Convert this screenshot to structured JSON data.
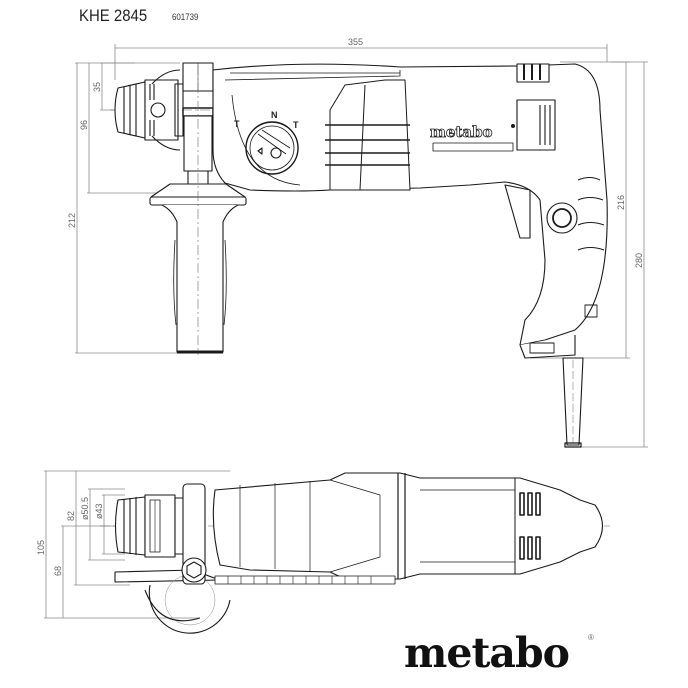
{
  "header": {
    "model": "KHE 2845",
    "article_number": "601739"
  },
  "side_view": {
    "dimensions": {
      "overall_length": "355",
      "chuck_top_offset": "35",
      "chuck_to_handle_top": "96",
      "aux_handle_height": "212",
      "body_height": "216",
      "height_with_cable": "280"
    },
    "mode_selector_labels": [
      "T",
      "N",
      "T"
    ],
    "body_logo": "metabo"
  },
  "top_view": {
    "dimensions": {
      "chuck_outer_diameter": "ø50.5",
      "chuck_inner_diameter": "ø43",
      "width_upper": "82",
      "overall_width": "105",
      "width_lower": "68"
    }
  },
  "footer": {
    "brand": "metabo",
    "registered_mark": "®"
  },
  "colors": {
    "line": "#1a1a1a",
    "dimension_line": "#8a8a8a",
    "background": "#ffffff"
  }
}
